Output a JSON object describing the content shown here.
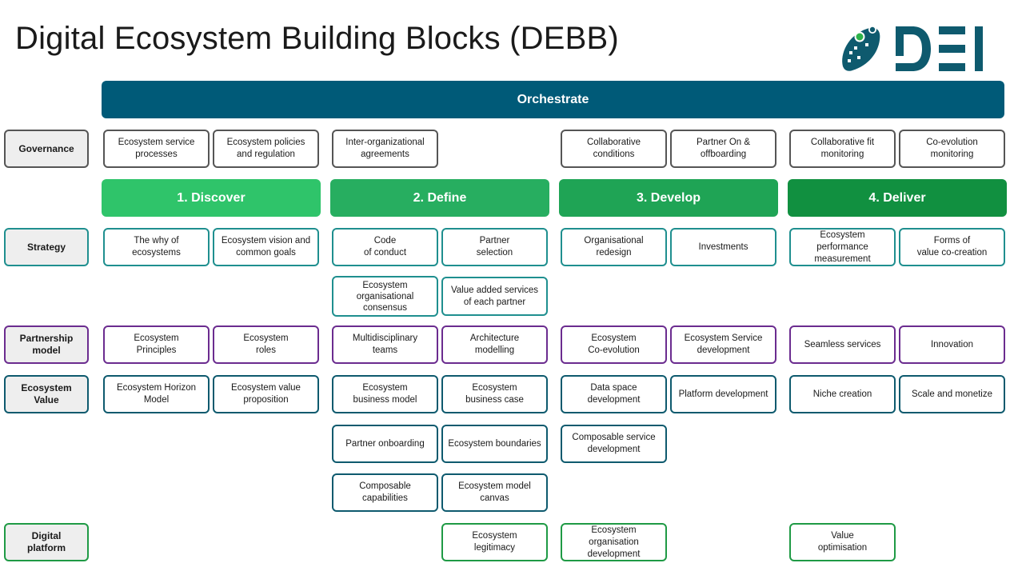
{
  "title": "Digital Ecosystem Building Blocks (DEBB)",
  "logo": {
    "text": "DEI",
    "icon": "dei-leaf-logo-icon",
    "color": "#0e5a6e",
    "accent": "#2db34a"
  },
  "colors": {
    "orchestrate": "#005a78",
    "discover": "#2fc46a",
    "define": "#27ae60",
    "develop": "#1fa455",
    "deliver": "#119040"
  },
  "orchestrate": {
    "label": "Orchestrate"
  },
  "phases": [
    {
      "label": "1. Discover"
    },
    {
      "label": "2. Define"
    },
    {
      "label": "3. Develop"
    },
    {
      "label": "4. Deliver"
    }
  ],
  "rows": {
    "governance": "Governance",
    "strategy": "Strategy",
    "partnership": "Partnership\nmodel",
    "value": "Ecosystem\nValue",
    "platform": "Digital\nplatform"
  },
  "blocks": {
    "gov_service_processes": "Ecosystem service\nprocesses",
    "gov_policies": "Ecosystem policies\nand regulation",
    "gov_inter_org": "Inter-organizational\nagreements",
    "gov_collab_conditions": "Collaborative\nconditions",
    "gov_partner_onoff": "Partner On &\noffboarding",
    "gov_collab_fit": "Collaborative fit\nmonitoring",
    "gov_coevolution_monitoring": "Co-evolution\nmonitoring",
    "str_why": "The why of\necosystems",
    "str_vision": "Ecosystem vision and\ncommon goals",
    "str_code": "Code\nof conduct",
    "str_partner_selection": "Partner\nselection",
    "str_consensus": "Ecosystem\norganisational\nconsensus",
    "str_value_added": "Value added services\nof each partner",
    "str_redesign": "Organisational\nredesign",
    "str_investments": "Investments",
    "str_performance": "Ecosystem performance\nmeasurement",
    "str_cocreation": "Forms of\nvalue co-creation",
    "pm_principles": "Ecosystem\nPrinciples",
    "pm_roles": "Ecosystem\nroles",
    "pm_teams": "Multidisciplinary\nteams",
    "pm_architecture": "Architecture\nmodelling",
    "pm_coevolution": "Ecosystem\nCo-evolution",
    "pm_service_dev": "Ecosystem Service\ndevelopment",
    "pm_seamless": "Seamless services",
    "pm_innovation": "Innovation",
    "ev_horizon": "Ecosystem Horizon\nModel",
    "ev_value_prop": "Ecosystem value\nproposition",
    "ev_business_model": "Ecosystem\nbusiness model",
    "ev_business_case": "Ecosystem\nbusiness case",
    "ev_data_space": "Data space\ndevelopment",
    "ev_platform_dev": "Platform development",
    "ev_niche": "Niche creation",
    "ev_scale": "Scale and monetize",
    "ev_partner_onboarding": "Partner onboarding",
    "ev_boundaries": "Ecosystem boundaries",
    "ev_composable_service": "Composable service\ndevelopment",
    "ev_composable_capabilities": "Composable\ncapabilities",
    "ev_model_canvas": "Ecosystem  model\ncanvas",
    "dp_legitimacy": "Ecosystem\nlegitimacy",
    "dp_org_dev": "Ecosystem organisation\ndevelopment",
    "dp_value_opt": "Value\noptimisation"
  }
}
